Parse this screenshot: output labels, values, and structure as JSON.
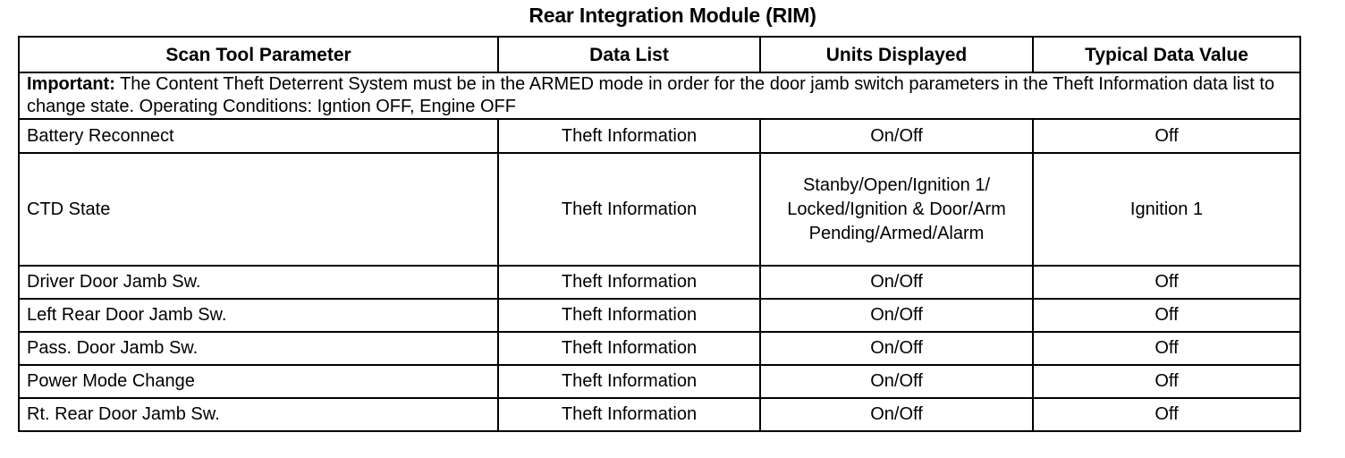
{
  "document": {
    "title": "Rear Integration Module (RIM)"
  },
  "table": {
    "headers": [
      "Scan Tool Parameter",
      "Data List",
      "Units Displayed",
      "Typical Data Value"
    ],
    "note": {
      "label": "Important:",
      "text": "The Content Theft Deterrent System must be in the ARMED mode in order for the door jamb switch parameters in the Theft Information data list to change state. Operating Conditions: Igntion OFF, Engine OFF"
    },
    "rows": [
      {
        "parameter": "Battery Reconnect",
        "data_list": "Theft Information",
        "units": "On/Off",
        "value": "Off"
      },
      {
        "parameter": "CTD State",
        "data_list": "Theft Information",
        "units": "Stanby/Open/Ignition 1/ Locked/Ignition & Door/Arm Pending/Armed/Alarm",
        "value": "Ignition 1"
      },
      {
        "parameter": "Driver Door Jamb Sw.",
        "data_list": "Theft Information",
        "units": "On/Off",
        "value": "Off"
      },
      {
        "parameter": "Left Rear Door Jamb Sw.",
        "data_list": "Theft Information",
        "units": "On/Off",
        "value": "Off"
      },
      {
        "parameter": "Pass. Door Jamb Sw.",
        "data_list": "Theft Information",
        "units": "On/Off",
        "value": "Off"
      },
      {
        "parameter": "Power Mode Change",
        "data_list": "Theft Information",
        "units": "On/Off",
        "value": "Off"
      },
      {
        "parameter": "Rt. Rear Door Jamb Sw.",
        "data_list": "Theft Information",
        "units": "On/Off",
        "value": "Off"
      }
    ]
  },
  "colors": {
    "text": "#000000",
    "background": "#ffffff",
    "border": "#000000"
  }
}
